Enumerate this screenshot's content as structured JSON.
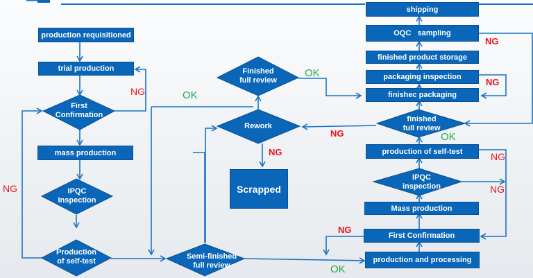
{
  "colors": {
    "node_fill": "#0a66b8",
    "line": "#1a72c4",
    "ng": "#e8141b",
    "ok": "#1faa4a"
  },
  "nodes": {
    "production_requisitioned": "production requisitioned",
    "trial_production": "trial production",
    "first_confirmation_left": [
      "First",
      "Confirmation"
    ],
    "mass_production_left": "mass production",
    "ipqc_inspection_left": [
      "IPQC",
      "Inspection"
    ],
    "production_self_test_left": [
      "Production",
      "of self-test"
    ],
    "semi_finished_review": [
      "Semi-finished",
      "full review"
    ],
    "rework": "Rework",
    "finished_full_review_mid": [
      "Finished",
      "full review"
    ],
    "scrapped": "Scrapped",
    "shipping": "shipping",
    "oqc_sampling": "OQC   sampling",
    "finished_product_storage": "finished product storage",
    "packaging_inspection": "packaging inspection",
    "finished_packaging": "finishec packaging",
    "finished_full_review_right": [
      "finished",
      "full review"
    ],
    "production_self_test_right": "production of self-test",
    "ipqc_inspection_right": [
      "IPQC",
      "inspection"
    ],
    "mass_production_right": "Mass production",
    "first_confirmation_right": "First Confirmation",
    "production_and_processing": "production and processing"
  },
  "labels": {
    "ng": "NG",
    "ok": "OK"
  }
}
